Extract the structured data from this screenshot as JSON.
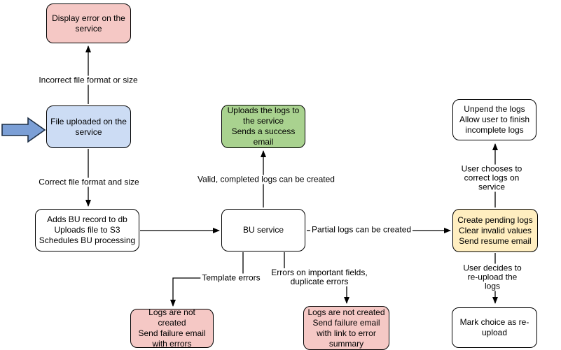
{
  "flowchart": {
    "nodes": {
      "display_error": "Display error on the\nservice",
      "file_uploaded": "File uploaded on the\nservice",
      "adds_bu": "Adds BU record to db\nUploads file to S3\nSchedules BU processing",
      "bu_service": "BU service",
      "success": "Uploads the logs to\nthe service\nSends a success\nemail",
      "unpend": "Unpend the logs\nAllow user to finish\nincomplete logs",
      "pending": "Create pending logs\nClear invalid values\nSend resume email",
      "mark_reupload": "Mark choice as re-\nupload",
      "fail_template": "Logs are not created\nSend failure email\nwith errors",
      "fail_fields": "Logs are not created\nSend failure email\nwith link to error\nsummary"
    },
    "edge_labels": {
      "incorrect": "Incorrect file format or size",
      "correct": "Correct file format and size",
      "valid": "Valid, completed logs can be created",
      "partial": "Partial logs can be created",
      "template": "Template errors",
      "fields": "Errors on important fields,\nduplicate errors",
      "choose_correct": "User chooses to correct logs on service",
      "reupload": "User decides to re-upload the logs"
    },
    "colors": {
      "node_pink": "#f5c8c5",
      "node_blue": "#ccdcf4",
      "node_green": "#a9d28f",
      "node_yellow": "#ffeec0",
      "node_white": "#ffffff",
      "node_border": "#000000",
      "connector": "#000000",
      "entry_arrow_fill": "#7b9fd6",
      "entry_arrow_stroke": "#1d2e44"
    }
  }
}
